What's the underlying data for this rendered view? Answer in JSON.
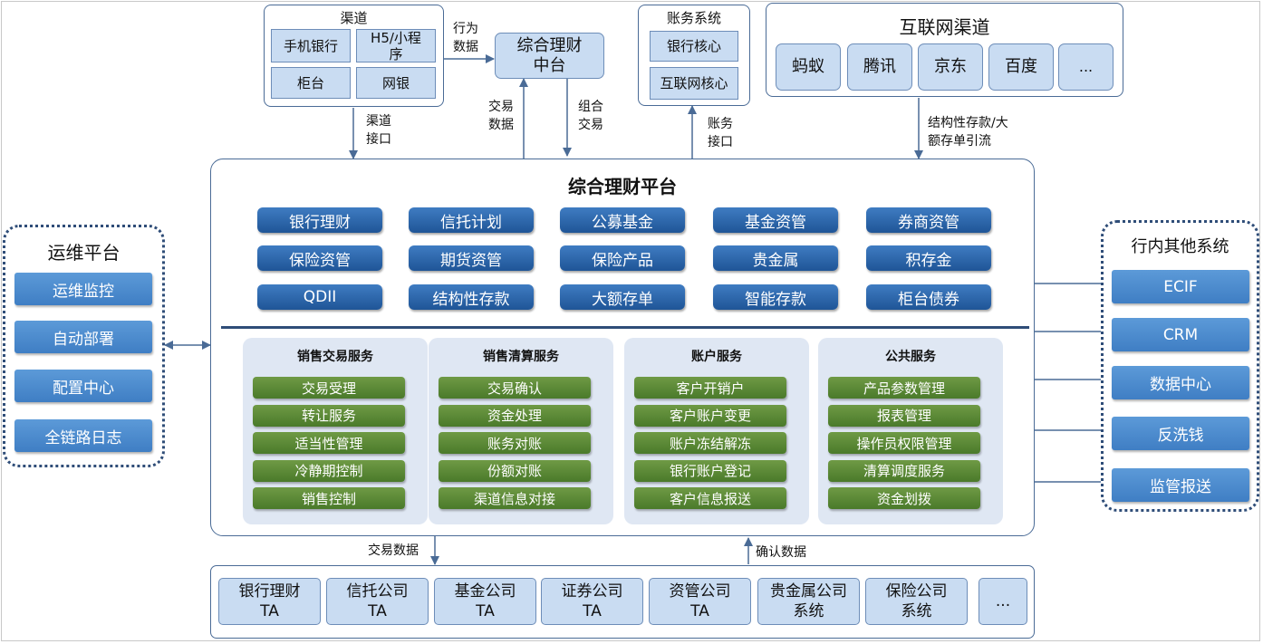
{
  "channel": {
    "title": "渠道",
    "items": [
      "手机银行",
      "H5/小程序",
      "柜台",
      "网银"
    ]
  },
  "behavior_label": [
    "行为",
    "数据"
  ],
  "channel_interface_label": [
    "渠道",
    "接口"
  ],
  "middle_platform": [
    "综合理财",
    "中台"
  ],
  "trade_data_label": [
    "交易",
    "数据"
  ],
  "combo_trade_label": [
    "组合",
    "交易"
  ],
  "accounting": {
    "title": "账务系统",
    "items": [
      "银行核心",
      "互联网核心"
    ]
  },
  "account_interface_label": [
    "账务",
    "接口"
  ],
  "internet": {
    "title": "互联网渠道",
    "items": [
      "蚂蚁",
      "腾讯",
      "京东",
      "百度",
      "..."
    ]
  },
  "internet_flow_label": [
    "结构性存款/大",
    "额存单引流"
  ],
  "platform": {
    "title": "综合理财平台",
    "products": [
      [
        "银行理财",
        "信托计划",
        "公募基金",
        "基金资管",
        "券商资管"
      ],
      [
        "保险资管",
        "期货资管",
        "保险产品",
        "贵金属",
        "积存金"
      ],
      [
        "QDII",
        "结构性存款",
        "大额存单",
        "智能存款",
        "柜台债券"
      ]
    ],
    "services": [
      {
        "title": "销售交易服务",
        "items": [
          "交易受理",
          "转让服务",
          "适当性管理",
          "冷静期控制",
          "销售控制"
        ]
      },
      {
        "title": "销售清算服务",
        "items": [
          "交易确认",
          "资金处理",
          "账务对账",
          "份额对账",
          "渠道信息对接"
        ]
      },
      {
        "title": "账户服务",
        "items": [
          "客户开销户",
          "客户账户变更",
          "账户冻结解冻",
          "银行账户登记",
          "客户信息报送"
        ]
      },
      {
        "title": "公共服务",
        "items": [
          "产品参数管理",
          "报表管理",
          "操作员权限管理",
          "清算调度服务",
          "资金划拨"
        ]
      }
    ]
  },
  "ops": {
    "title": "运维平台",
    "items": [
      "运维监控",
      "自动部署",
      "配置中心",
      "全链路日志"
    ]
  },
  "internal": {
    "title": "行内其他系统",
    "items": [
      "ECIF",
      "CRM",
      "数据中心",
      "反洗钱",
      "监管报送"
    ]
  },
  "bottom_trade_label": "交易数据",
  "bottom_confirm_label": "确认数据",
  "ta_systems": [
    [
      "银行理财",
      "TA"
    ],
    [
      "信托公司",
      "TA"
    ],
    [
      "基金公司",
      "TA"
    ],
    [
      "证券公司",
      "TA"
    ],
    [
      "资管公司",
      "TA"
    ],
    [
      "贵金属公司",
      "系统"
    ],
    [
      "保险公司",
      "系统"
    ],
    [
      "...",
      ""
    ]
  ],
  "colors": {
    "line": "#4a6b96",
    "product_blue": "#2b65a8",
    "service_green": "#5b8a35",
    "side_blue": "#4a8bd0",
    "cell_fill": "#c9dcf2"
  }
}
